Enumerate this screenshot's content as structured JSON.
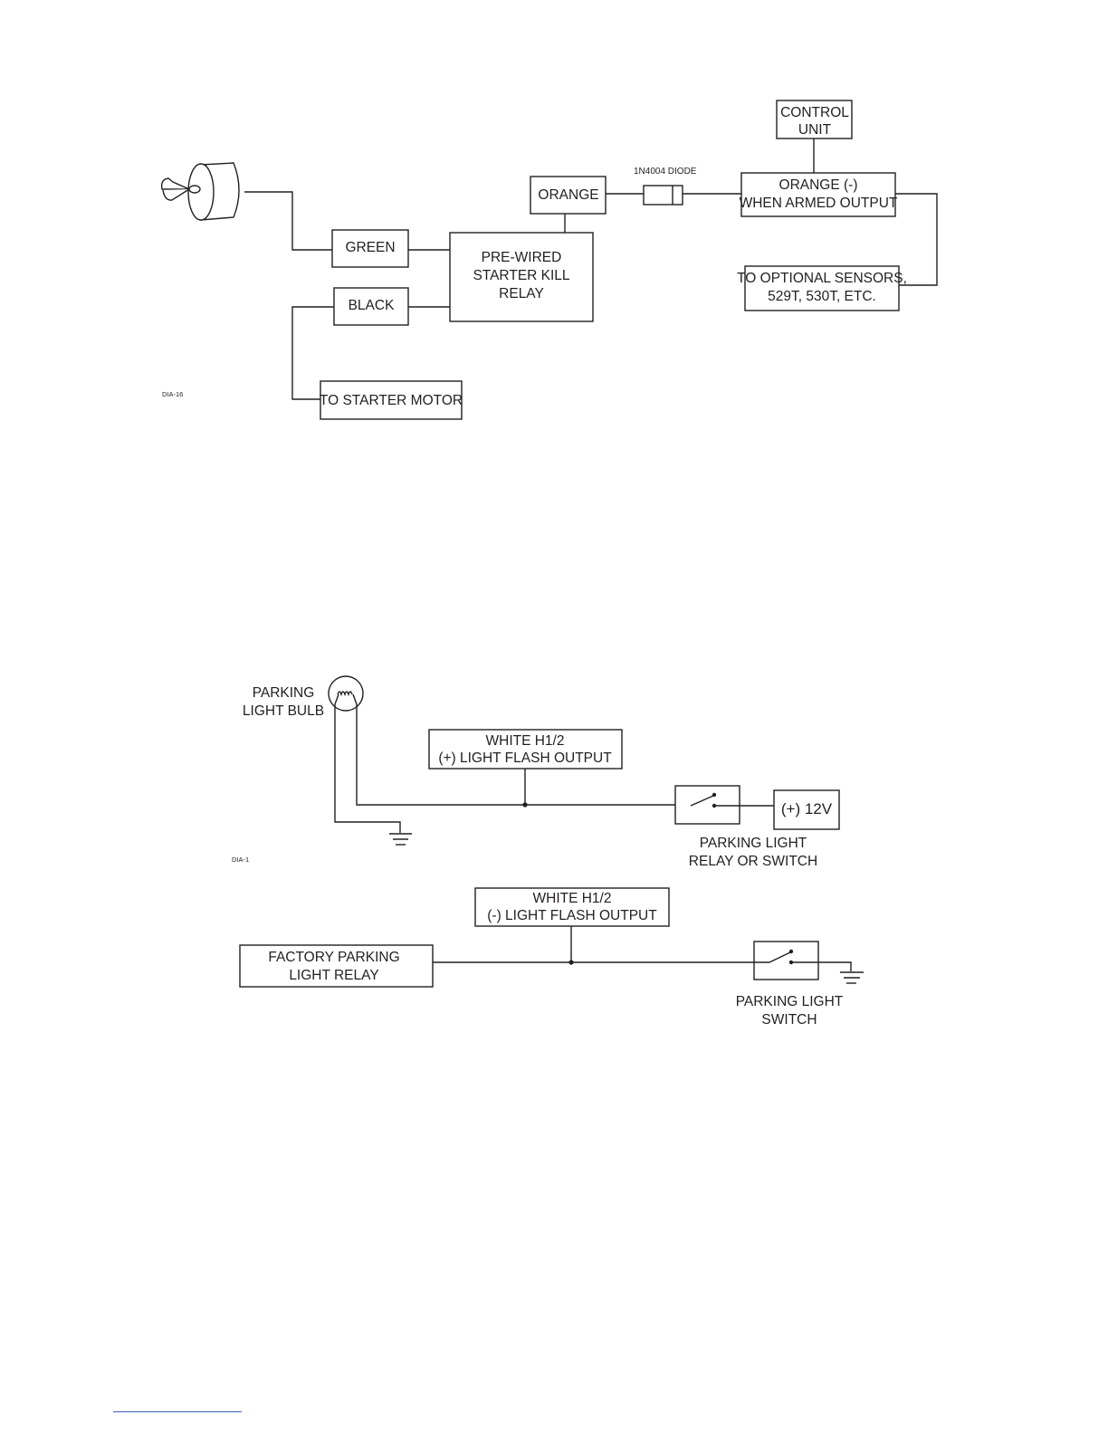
{
  "diagram1": {
    "code": "DIA-16",
    "diode_label": "1N4004 DIODE",
    "boxes": {
      "control_unit": [
        "CONTROL",
        "UNIT"
      ],
      "orange": [
        "ORANGE"
      ],
      "orange_output": [
        "ORANGE (-)",
        "WHEN ARMED OUTPUT"
      ],
      "green": [
        "GREEN"
      ],
      "black": [
        "BLACK"
      ],
      "relay": [
        "PRE-WIRED",
        "STARTER KILL",
        "RELAY"
      ],
      "sensors": [
        "TO OPTIONAL SENSORS,",
        "529T, 530T, ETC."
      ],
      "starter_motor": [
        "TO STARTER MOTOR"
      ]
    },
    "icons": {
      "ignition": "ignition-key-icon",
      "diode": "diode-icon"
    }
  },
  "diagram2": {
    "code": "DIA-1",
    "bulb_label": [
      "PARKING",
      "LIGHT BULB"
    ],
    "boxes": {
      "white_pos": [
        "WHITE H1/2",
        "(+) LIGHT FLASH OUTPUT"
      ],
      "v12": [
        "(+) 12V"
      ]
    },
    "switch_label": [
      "PARKING LIGHT",
      "RELAY OR SWITCH"
    ],
    "icons": {
      "bulb": "light-bulb-icon",
      "ground": "ground-icon",
      "switch": "switch-icon"
    }
  },
  "diagram3": {
    "boxes": {
      "white_neg": [
        "WHITE H1/2",
        "(-) LIGHT FLASH OUTPUT"
      ],
      "factory_relay": [
        "FACTORY PARKING",
        "LIGHT RELAY"
      ]
    },
    "switch_label": [
      "PARKING LIGHT",
      "SWITCH"
    ],
    "icons": {
      "ground": "ground-icon",
      "switch": "switch-icon"
    }
  },
  "colors": {
    "ink": "#231f20",
    "footer_rule": "#3b5fc0"
  }
}
